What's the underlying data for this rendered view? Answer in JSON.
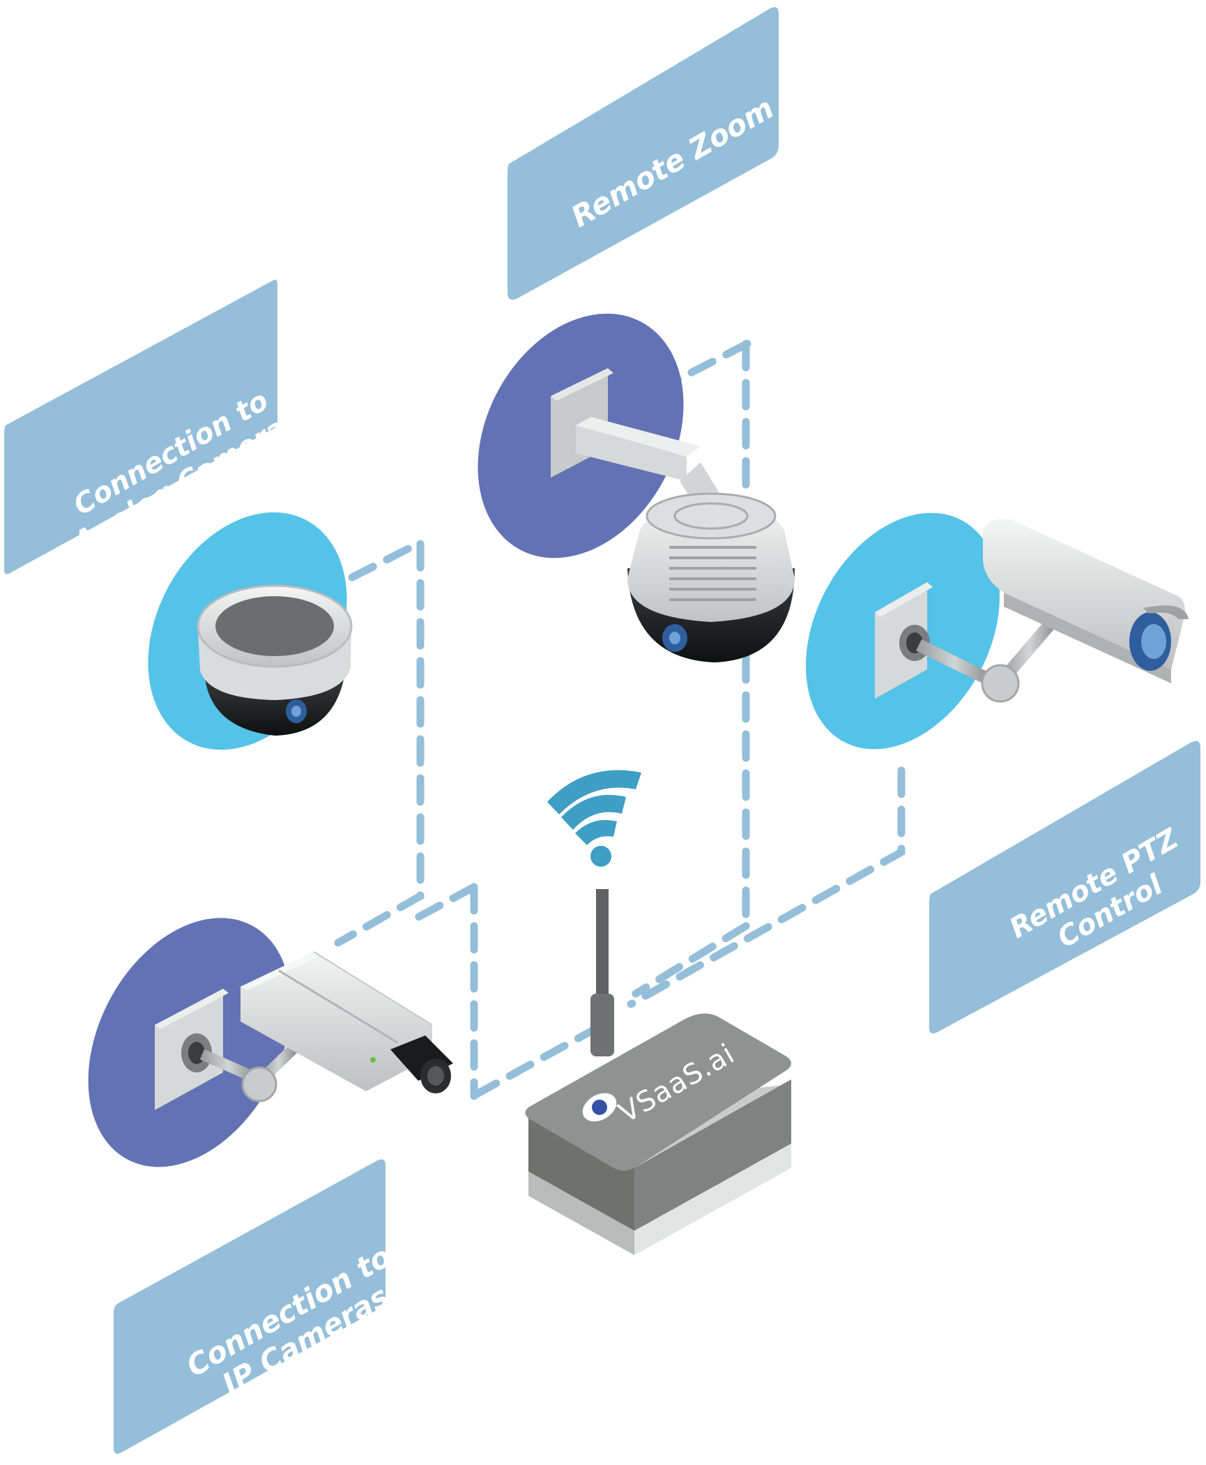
{
  "colors": {
    "panel": "#94BED9",
    "ellipse_dark": "#6272B4",
    "ellipse_light": "#55C2E8",
    "dashed_line": "#94BED9",
    "wifi": "#3E9EC4",
    "hub_top": "#8F9290",
    "hub_side": "#6E726F",
    "hub_base": "#C9CBCA"
  },
  "labels": {
    "analog": "Connection to\nAnalog Cameras",
    "zoom": "Remote Zoom",
    "ptz": "Remote PTZ\nControl",
    "ip": "Connection to\nIP Cameras"
  },
  "hub": {
    "brand": "VSaaS.ai",
    "icons": [
      "wifi-signal-icon",
      "antenna-icon",
      "eye-logo-icon"
    ]
  },
  "cameras": [
    "analog-dome-camera",
    "ptz-dome-camera",
    "bullet-camera",
    "ip-box-camera"
  ]
}
